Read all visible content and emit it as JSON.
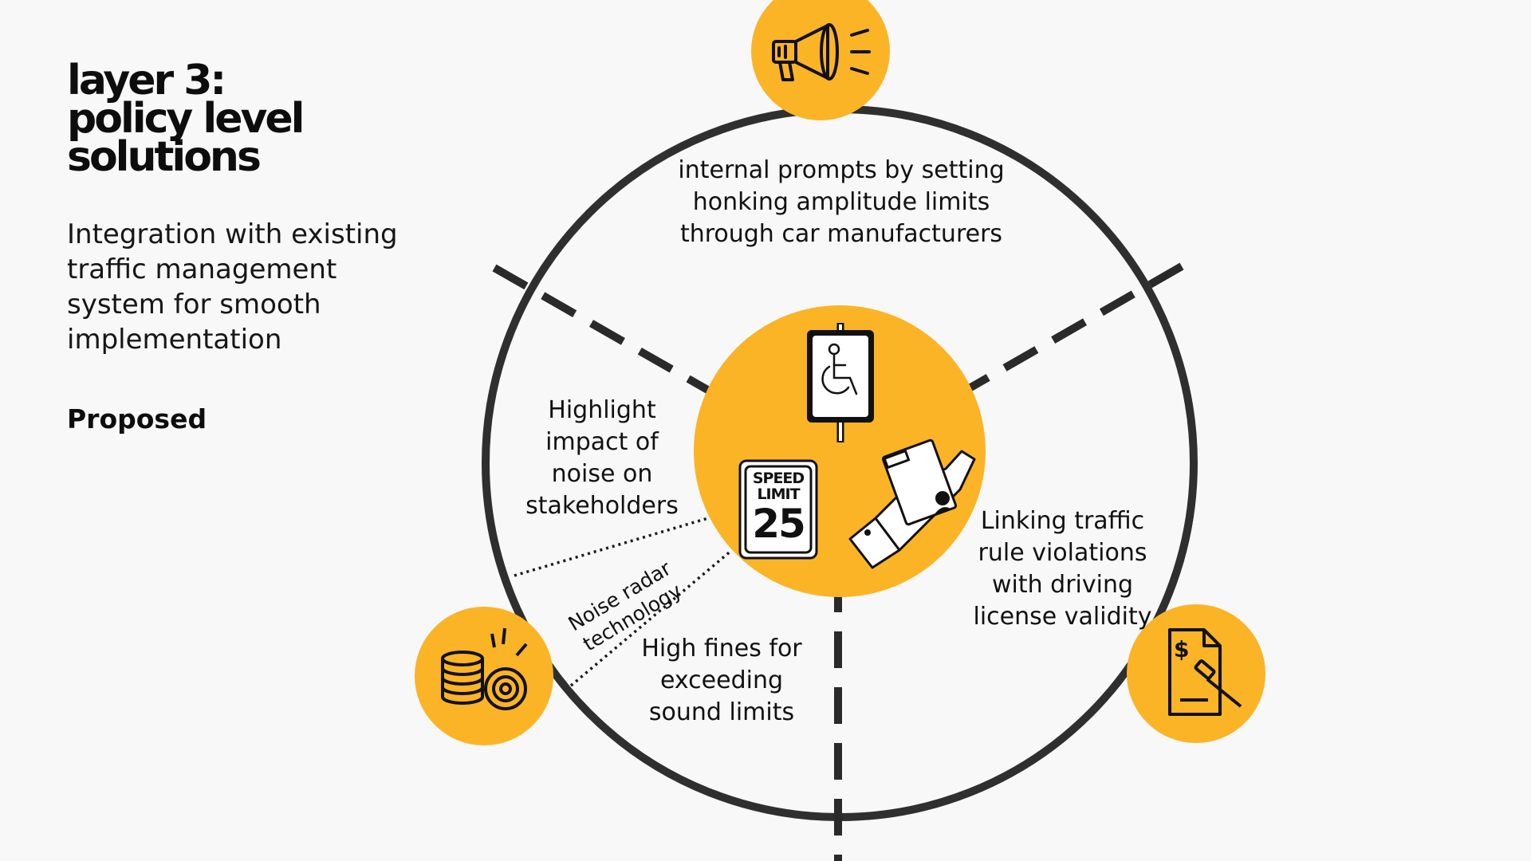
{
  "title": {
    "line1": "layer 3:",
    "line2": "policy level",
    "line3": "solutions"
  },
  "subtitle": "Integration with existing traffic management system for smooth implementation",
  "status": "Proposed",
  "diagram": {
    "top_label": "internal prompts by setting honking amplitude limits through car manufacturers",
    "left_label": "Highlight impact of noise on stakeholders",
    "right_label": "Linking traffic rule violations with driving license validity",
    "bottom_label": "High fines for exceeding sound limits",
    "radar_label": "Noise radar technology",
    "speed_sign": {
      "line1": "SPEED",
      "line2": "LIMIT",
      "value": "25"
    }
  },
  "colors": {
    "accent": "#FBB426",
    "ring": "#2f2f2f",
    "background": "#f8f8f8"
  },
  "icons": {
    "top": "megaphone-icon",
    "left": "coins-target-icon",
    "right": "legal-fine-document-icon",
    "center": [
      "accessibility-sign-icon",
      "speed-limit-sign-icon",
      "hand-holding-license-icon"
    ]
  }
}
